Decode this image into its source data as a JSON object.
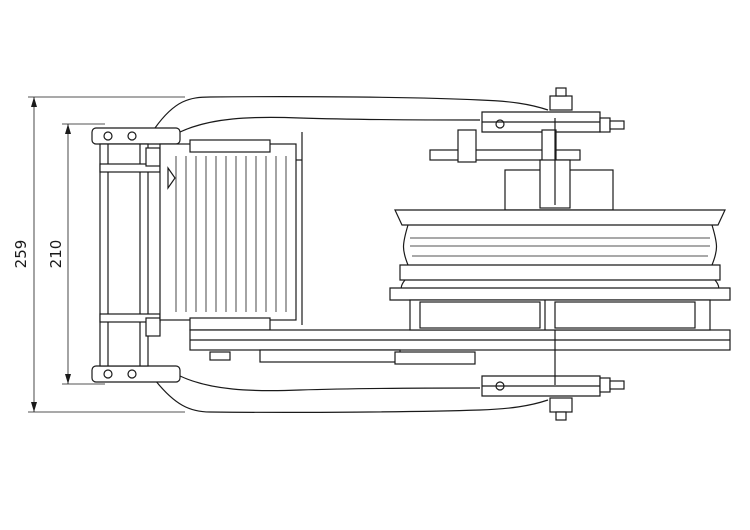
{
  "drawing": {
    "dimensions": [
      {
        "id": "overall-height",
        "label": "259"
      },
      {
        "id": "frame-height",
        "label": "210"
      }
    ]
  }
}
